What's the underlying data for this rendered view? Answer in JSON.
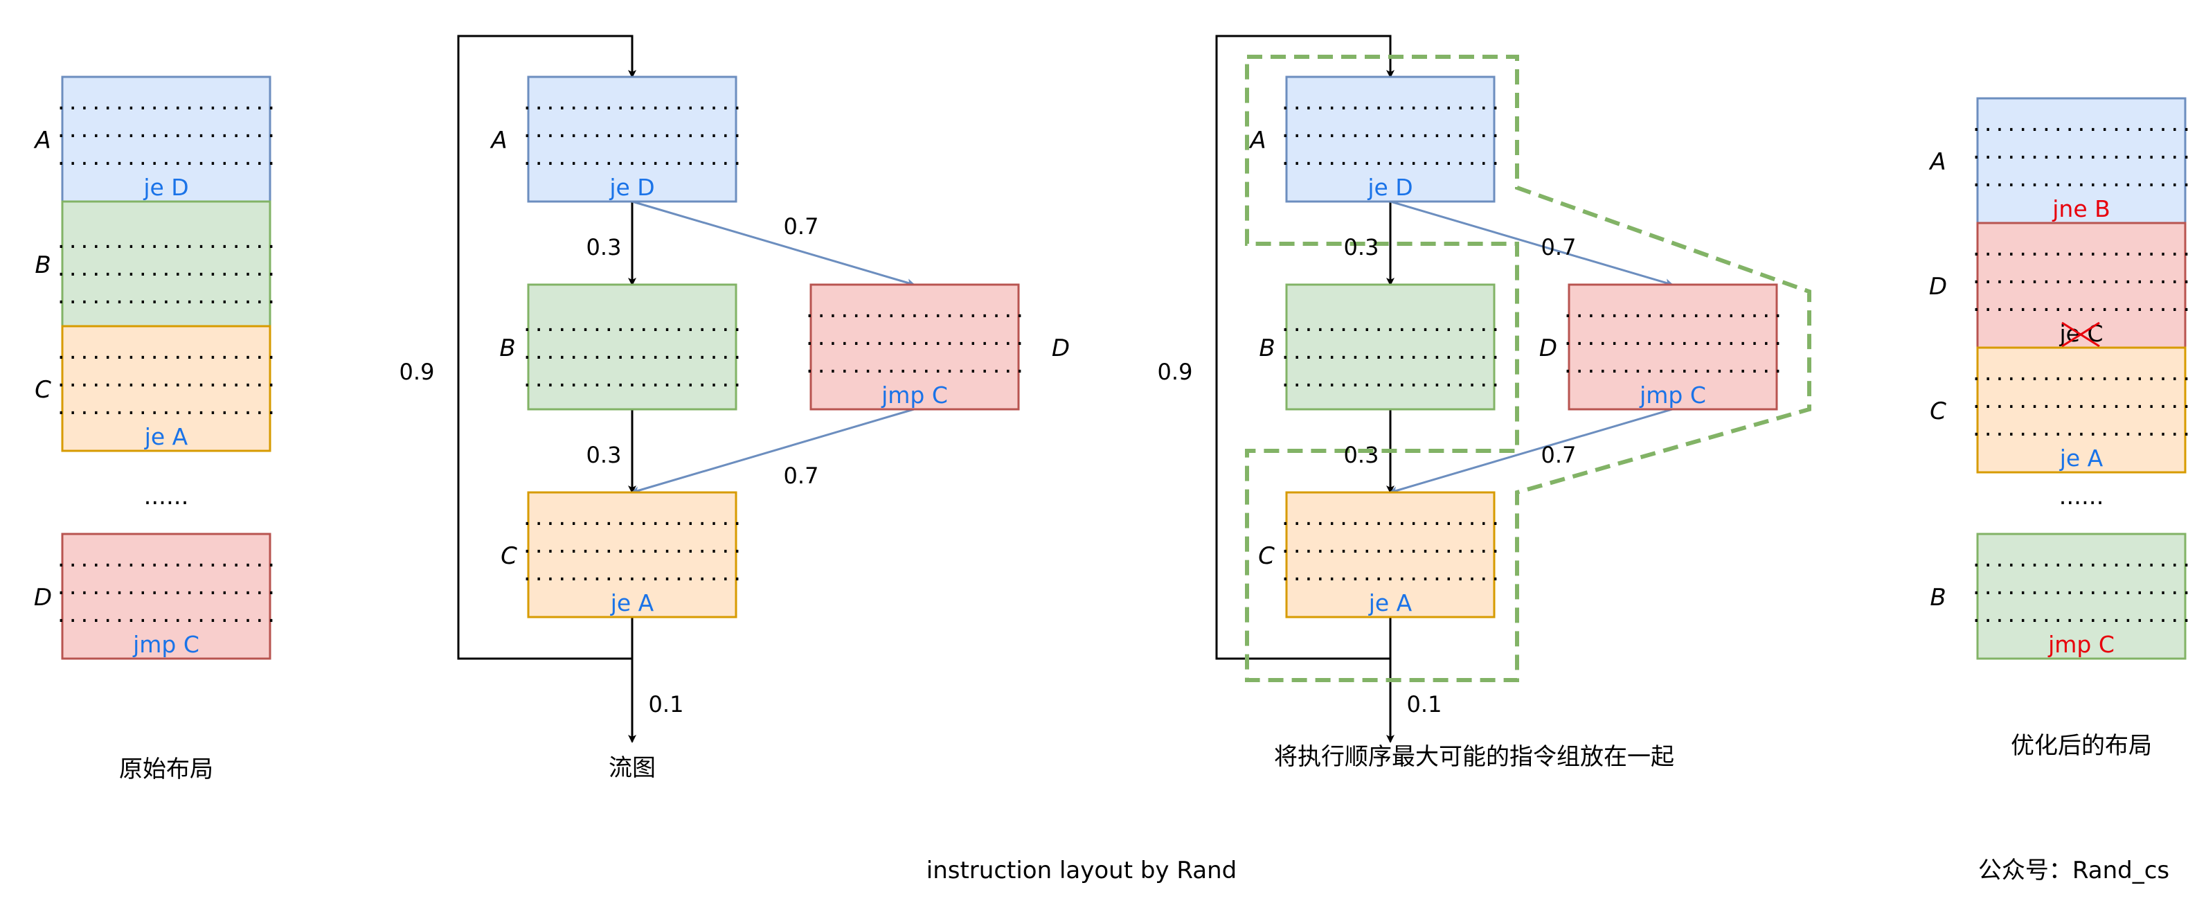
{
  "dots": "...................",
  "ellipsis": "......",
  "colors": {
    "blue_fill": "#dae8fc",
    "blue_stroke": "#6c8ebf",
    "green_fill": "#d5e8d4",
    "green_stroke": "#82b366",
    "orange_fill": "#ffe6cc",
    "orange_stroke": "#d79b00",
    "red_fill": "#f8cecc",
    "red_stroke": "#b85450",
    "code_blue": "#1a73e8",
    "code_red": "#e8000b",
    "edge_blue": "#6c8ebf",
    "group_dash": "#82b366",
    "text": "#000000"
  },
  "panel1": {
    "caption": "原始布局",
    "blocks": [
      {
        "label": "A",
        "code": "je D"
      },
      {
        "label": "B",
        "code": ""
      },
      {
        "label": "C",
        "code": "je A"
      },
      {
        "label": "D",
        "code": "jmp C"
      }
    ]
  },
  "panel2": {
    "caption": "流图",
    "blocks": [
      {
        "label": "A",
        "code": "je D"
      },
      {
        "label": "B",
        "code": ""
      },
      {
        "label": "D",
        "code": "jmp C"
      },
      {
        "label": "C",
        "code": "je A"
      }
    ],
    "edges": [
      "0.3",
      "0.7",
      "0.3",
      "0.7",
      "0.9",
      "0.1"
    ]
  },
  "panel3": {
    "caption": "将执行顺序最大可能的指令组放在一起",
    "blocks": [
      {
        "label": "A",
        "code": "je D"
      },
      {
        "label": "B",
        "code": ""
      },
      {
        "label": "D",
        "code": "jmp C"
      },
      {
        "label": "C",
        "code": "je A"
      }
    ],
    "edges": [
      "0.3",
      "0.7",
      "0.3",
      "0.7",
      "0.9",
      "0.1"
    ]
  },
  "panel4": {
    "caption": "优化后的布局",
    "blocks": [
      {
        "label": "A",
        "code": "jne B"
      },
      {
        "label": "D",
        "code": "je C"
      },
      {
        "label": "C",
        "code": "je A"
      },
      {
        "label": "B",
        "code": "jmp C"
      }
    ]
  },
  "footer": {
    "title": "instruction layout by Rand",
    "account": "公众号：Rand_cs"
  }
}
